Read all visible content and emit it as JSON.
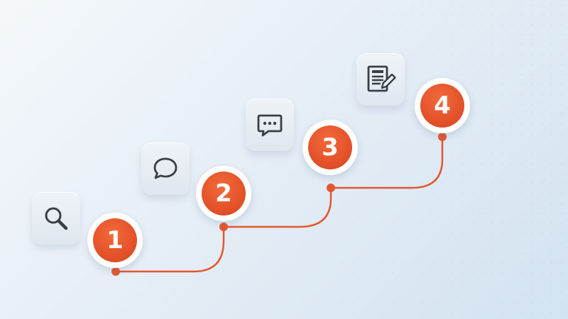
{
  "steps": [
    {
      "number": "1",
      "icon": "magnifier-icon"
    },
    {
      "number": "2",
      "icon": "speech-bubble-icon"
    },
    {
      "number": "3",
      "icon": "chat-bubble-dots-icon"
    },
    {
      "number": "4",
      "icon": "document-edit-icon"
    }
  ],
  "colors": {
    "accent": "#e4522a",
    "connector": "#e4572e",
    "icon_stroke": "#3a3f45",
    "badge_ring": "#ffffff"
  }
}
